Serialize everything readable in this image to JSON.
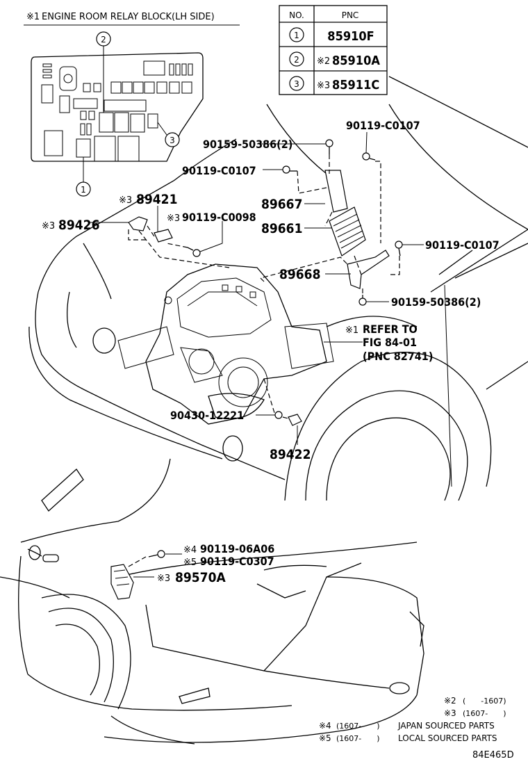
{
  "relay_block": {
    "note_mark": "※1",
    "title": "ENGINE ROOM RELAY BLOCK(LH SIDE)",
    "callouts": [
      "1",
      "2",
      "3"
    ]
  },
  "pnc_table": {
    "headers": [
      "NO.",
      "PNC"
    ],
    "rows": [
      {
        "no": "1",
        "mark": "",
        "pnc": "85910F"
      },
      {
        "no": "2",
        "mark": "※2",
        "pnc": "85910A"
      },
      {
        "no": "3",
        "mark": "※3",
        "pnc": "85911C"
      }
    ]
  },
  "labels": {
    "l_90119_c0107_top": "90119-C0107",
    "l_90159_50386_top": "90159-50386(2)",
    "l_90119_c0107_mid": "90119-C0107",
    "l_89421_mark": "※3",
    "l_89421": "89421",
    "l_89426_mark": "※3",
    "l_89426": "89426",
    "l_90119_c0098_mark": "※3",
    "l_90119_c0098": "90119-C0098",
    "l_89667": "89667",
    "l_89661": "89661",
    "l_90119_c0107_right": "90119-C0107",
    "l_89668": "89668",
    "l_90159_50386_bottom": "90159-50386(2)",
    "refer_mark": "※1",
    "refer_line1": "REFER TO",
    "refer_line2": "FIG 84-01",
    "refer_line3": "(PNC 82741)",
    "l_90430_12221": "90430-12221",
    "l_89422": "89422",
    "l_90119_06a06_mark": "※4",
    "l_90119_06a06": "90119-06A06",
    "l_90119_c0307_mark": "※5",
    "l_90119_c0307": "90119-C0307",
    "l_89570a_mark": "※3",
    "l_89570a": "89570A"
  },
  "footnotes": [
    {
      "mark": "※2",
      "range": "(　　-1607)",
      "text": ""
    },
    {
      "mark": "※3",
      "range": "(1607-　　)",
      "text": ""
    },
    {
      "mark": "※4",
      "range": "(1607-　　)",
      "text": "JAPAN SOURCED PARTS"
    },
    {
      "mark": "※5",
      "range": "(1607-　　)",
      "text": "LOCAL SOURCED PARTS"
    }
  ],
  "figure_code": "84E465D"
}
